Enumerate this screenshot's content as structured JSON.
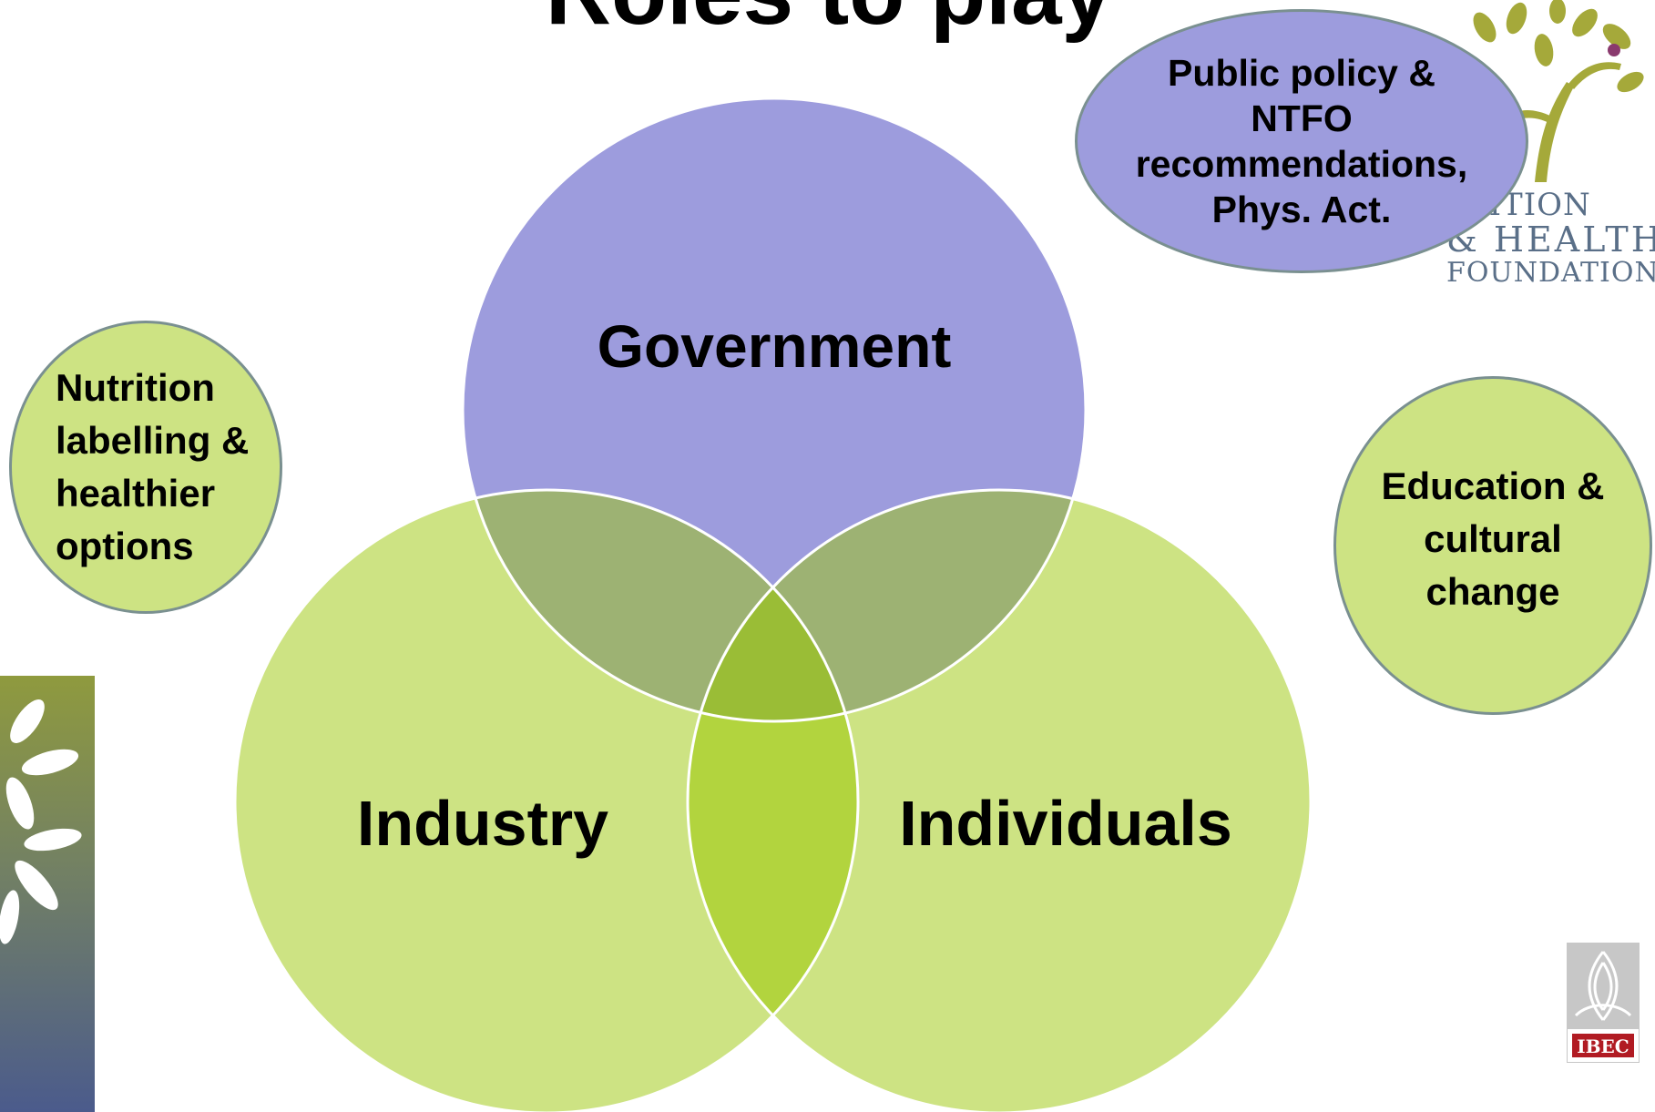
{
  "slide": {
    "title": "Roles to play"
  },
  "venn": {
    "circles": [
      {
        "key": "government",
        "label": "Government",
        "color": "#9d9cdd"
      },
      {
        "key": "industry",
        "label": "Industry",
        "color": "#cde383"
      },
      {
        "key": "individuals",
        "label": "Individuals",
        "color": "#cde383"
      }
    ],
    "overlap_colors": {
      "pairwise": "#9db273",
      "industry_individuals": "#b2d43e",
      "all_three": "#9abd36"
    }
  },
  "bubbles": {
    "public_policy": {
      "text": "Public policy &\nNTFO\nrecommendations,\nPhys. Act.",
      "fill": "#9d9cdd"
    },
    "nutrition": {
      "text": "Nutrition\nlabelling &\nhealthier\noptions",
      "fill": "#cde383"
    },
    "education": {
      "text": "Education &\ncultural\nchange",
      "fill": "#cde383"
    }
  },
  "logos": {
    "nhf": {
      "lines": [
        "RITION",
        "& HEALTH",
        "FOUNDATION"
      ],
      "icon": "tree-icon",
      "color": "#5a6f88",
      "leaf_color": "#a5a93a"
    },
    "ibec": {
      "text": "IBEC",
      "icon": "ibec-emblem-icon",
      "color": "#b11b23"
    },
    "side_banner": {
      "icon": "leaf-banner-icon"
    }
  }
}
